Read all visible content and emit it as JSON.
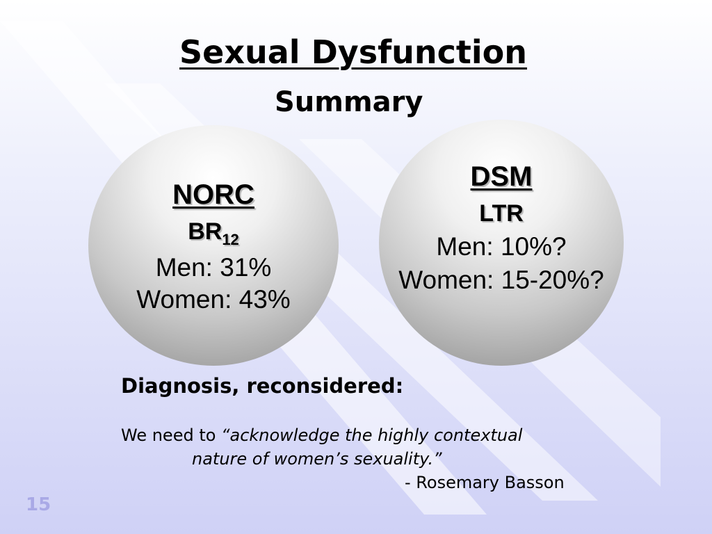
{
  "slide": {
    "title": "Sexual Dysfunction",
    "subtitle": "Summary",
    "number": "15"
  },
  "left_circle": {
    "heading": "NORC",
    "sub_main": "BR",
    "sub_script": "12",
    "men": "Men: 31%",
    "women": "Women: 43%"
  },
  "right_circle": {
    "heading": "DSM",
    "sub": "LTR",
    "men": "Men: 10%?",
    "women": "Women: 15-20%?"
  },
  "diagnosis": {
    "heading": "Diagnosis, reconsidered:",
    "quote_prefix": "We need to ",
    "quote_part1": "“acknowledge the highly contextual",
    "quote_part2": "nature of women’s sexuality.”",
    "attribution": "- Rosemary Basson"
  },
  "colors": {
    "background_top": "#ffffff",
    "background_bottom": "#cfd1f6",
    "slide_number": "#a9a9e6"
  }
}
